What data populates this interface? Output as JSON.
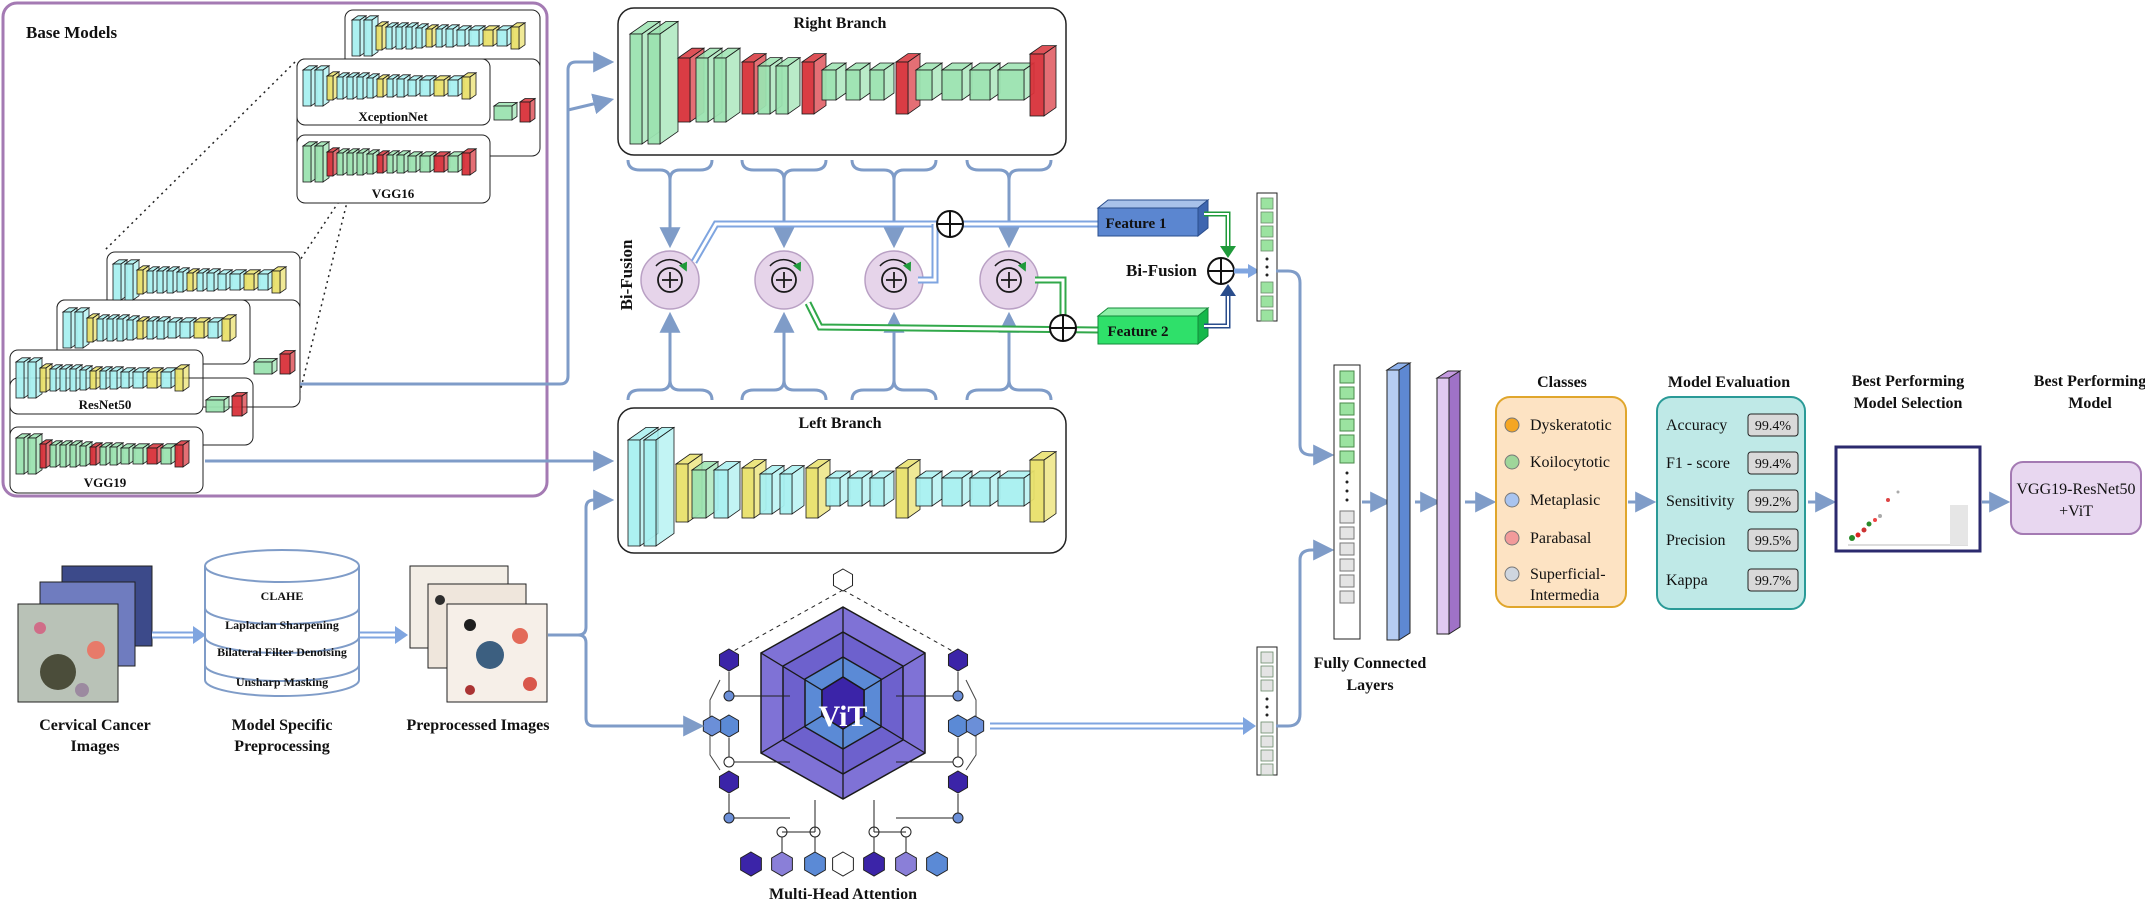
{
  "base_models": {
    "title": "Base Models",
    "names": [
      "XceptionNet",
      "VGG16",
      "ResNet50",
      "VGG19"
    ]
  },
  "branches": {
    "right": "Right Branch",
    "left": "Left Branch"
  },
  "fusion": {
    "vertical_label": "Bi-Fusion",
    "mid_label": "Bi-Fusion",
    "feature1": "Feature 1",
    "feature2": "Feature 2"
  },
  "inputs": {
    "cervical": [
      "Cervical Cancer",
      "Images"
    ],
    "preprocessing_title": [
      "Model Specific",
      "Preprocessing"
    ],
    "steps": [
      "CLAHE",
      "Laplacian Sharpening",
      "Bilateral Filter Denoising",
      "Unsharp Masking"
    ],
    "preprocessed": "Preprocessed Images"
  },
  "vit": {
    "label": "ViT",
    "attention": "Multi-Head Attention"
  },
  "fc": [
    "Fully Connected",
    "Layers"
  ],
  "classes": {
    "title": "Classes",
    "items": [
      {
        "name": "Dyskeratotic",
        "color": "#f5a623"
      },
      {
        "name": "Koilocytotic",
        "color": "#9fd69a"
      },
      {
        "name": "Metaplasic",
        "color": "#a9c4ef"
      },
      {
        "name": "Parabasal",
        "color": "#f29a9a"
      },
      {
        "name": "Superficial-",
        "name2": "Intermedia",
        "color": "#cfd6df"
      }
    ]
  },
  "evaluation": {
    "title": "Model Evaluation",
    "metrics": [
      {
        "name": "Accuracy",
        "value": "99.4%"
      },
      {
        "name": "F1 - score",
        "value": "99.4%"
      },
      {
        "name": "Sensitivity",
        "value": "99.2%"
      },
      {
        "name": "Precision",
        "value": "99.5%"
      },
      {
        "name": "Kappa",
        "value": "99.7%"
      }
    ]
  },
  "selection": {
    "title": [
      "Best Performing",
      "Model Selection"
    ]
  },
  "best": {
    "title": [
      "Best Performing",
      "Model"
    ],
    "name": [
      "VGG19-ResNet50",
      "+ViT"
    ]
  },
  "colors": {
    "arrow": "#7f9cc8",
    "purple_frame": "#a47ab3",
    "cyan": "#a8f0f0",
    "green": "#9be3b0",
    "red": "#d8323a",
    "yellow": "#e9e06a",
    "vit_dark": "#3b2a8c",
    "vit_mid": "#8a7fd8",
    "vit_blue": "#6b8fd8"
  }
}
